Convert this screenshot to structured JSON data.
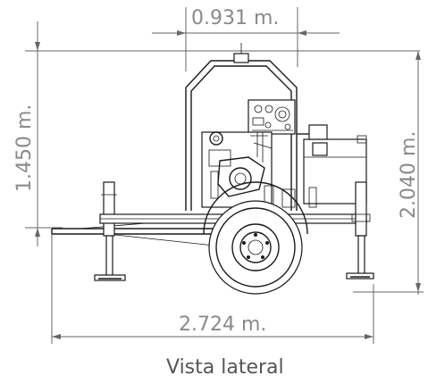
{
  "dimensions": {
    "top_width": "0.931 m.",
    "left_height": "1.450 m.",
    "right_height": "2.040 m.",
    "bottom_length": "2.724 m."
  },
  "caption": "Vista lateral"
}
